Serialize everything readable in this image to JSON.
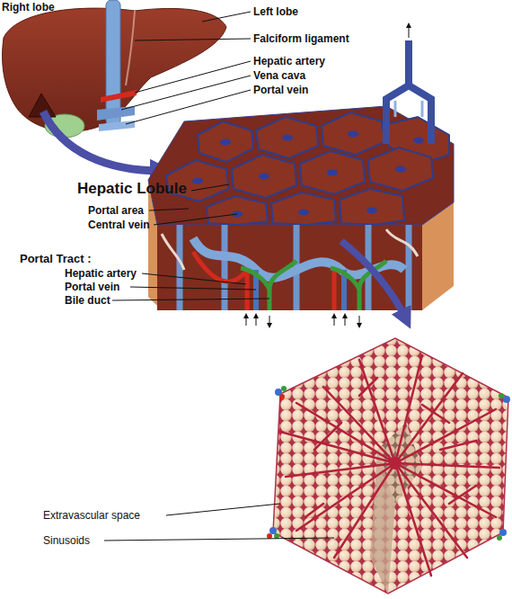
{
  "diagram": {
    "labels": [
      "Right lobe",
      "Left lobe",
      "Falciform ligament",
      "Hepatic artery",
      "Vena cava",
      "Portal vein",
      "Hepatic Lobule",
      "Portal area",
      "Central vein",
      "Portal Tract :",
      "Hepatic artery",
      "Portal vein",
      "Bile duct",
      "Extravascular space",
      "Sinusoids"
    ]
  }
}
